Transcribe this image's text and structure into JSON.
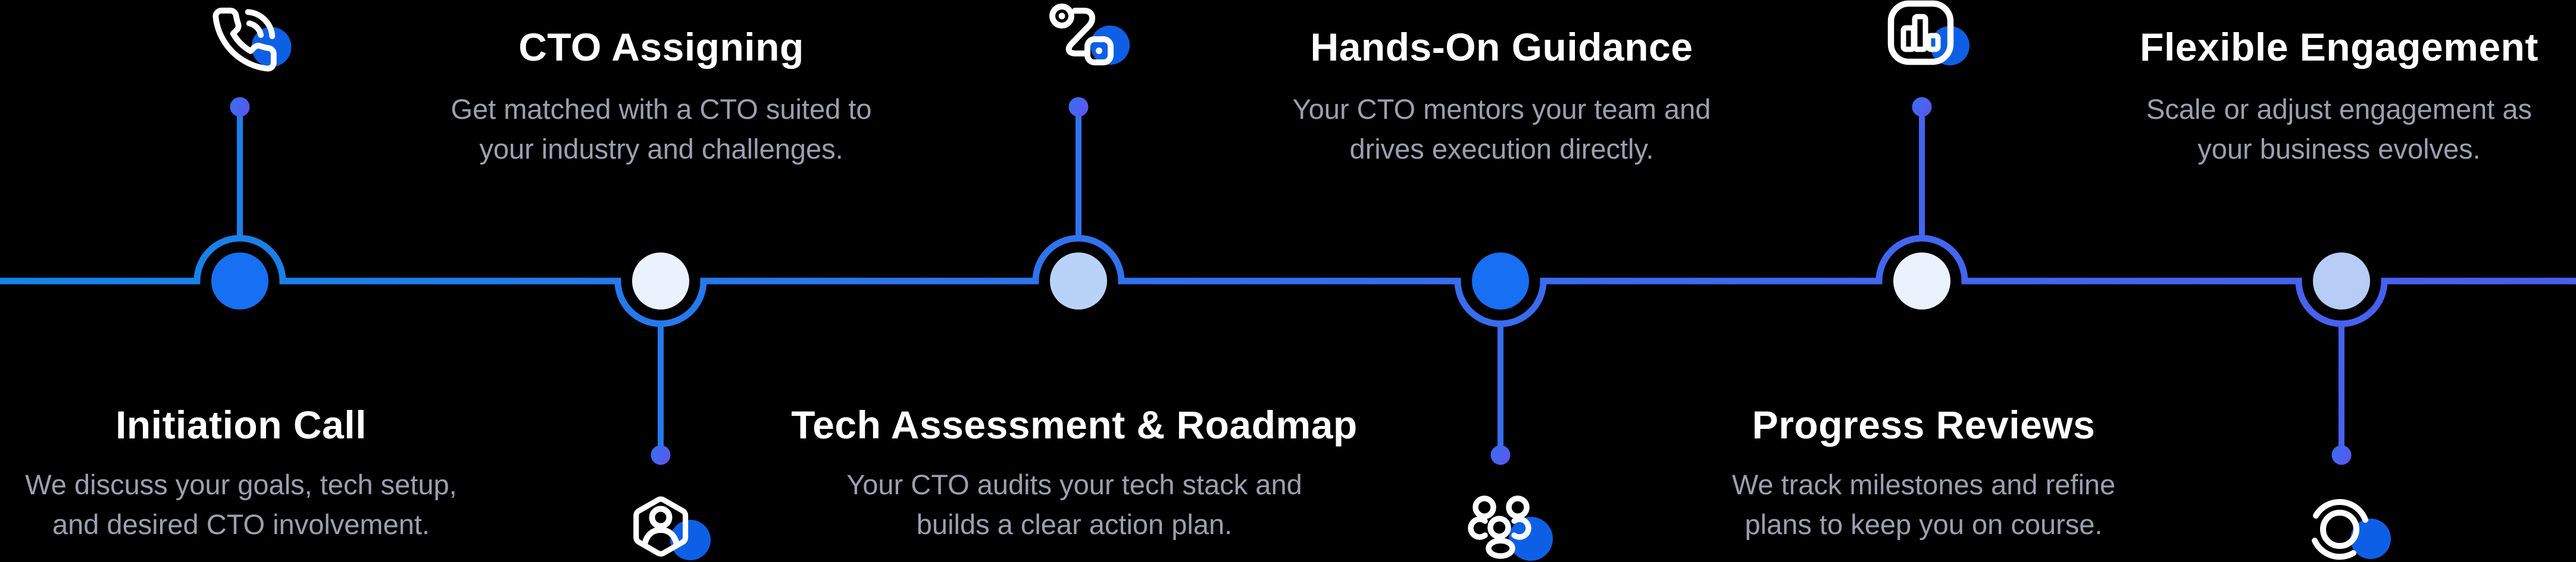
{
  "page": {
    "background_color": "#000000",
    "title_color": "#ffffff",
    "description_color": "#99a0b2"
  },
  "timeline": {
    "line_gradient_start": "#1385e9",
    "line_gradient_end": "#4b5ef0",
    "icon_badge_color": "#0d60e6",
    "dot_gradient_start": "#3273f2",
    "dot_gradient_end": "#5b57ee",
    "steps": [
      {
        "title": "Initiation Call",
        "description": "We discuss your goals, tech setup,\nand desired CTO involvement.",
        "icon": "phone-call-icon",
        "text_position": "below",
        "icon_position": "above",
        "node_fill": "#176ff3"
      },
      {
        "title": "CTO Assigning",
        "description": "Get matched with a CTO suited to\nyour industry and challenges.",
        "icon": "user-hexagon-icon",
        "text_position": "above",
        "icon_position": "below",
        "node_fill": "#eaf2fe"
      },
      {
        "title": "Tech Assessment & Roadmap",
        "description": "Your CTO audits your tech stack and\nbuilds a clear action plan.",
        "icon": "route-icon",
        "text_position": "below",
        "icon_position": "above",
        "node_fill": "#b9d3f8"
      },
      {
        "title": "Hands-On Guidance",
        "description": "Your CTO mentors your team and\ndrives execution directly.",
        "icon": "team-icon",
        "text_position": "above",
        "icon_position": "below",
        "node_fill": "#176ff3"
      },
      {
        "title": "Progress Reviews",
        "description": "We track milestones and refine\nplans to keep you on course.",
        "icon": "bar-chart-icon",
        "text_position": "below",
        "icon_position": "above",
        "node_fill": "#eaf2fe"
      },
      {
        "title": "Flexible Engagement",
        "description": "Scale or adjust engagement as\nyour business evolves.",
        "icon": "focus-icon",
        "text_position": "above",
        "icon_position": "below",
        "node_fill": "#b7cdf6"
      }
    ]
  }
}
